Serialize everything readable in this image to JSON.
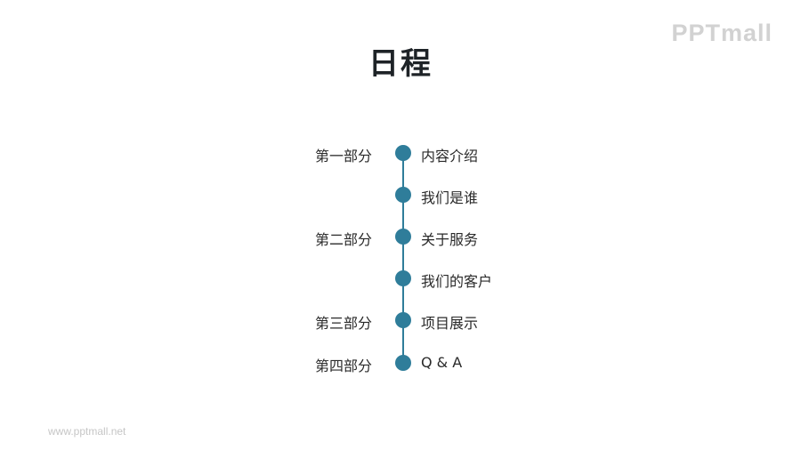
{
  "logo_text": "PPTmall",
  "title": "日程",
  "agenda": [
    {
      "part": "第一部分",
      "item": "内容介绍"
    },
    {
      "part": "",
      "item": "我们是谁"
    },
    {
      "part": "第二部分",
      "item": "关于服务"
    },
    {
      "part": "",
      "item": "我们的客户"
    },
    {
      "part": "第三部分",
      "item": "项目展示"
    },
    {
      "part": "第四部分",
      "item": "Q & A"
    }
  ],
  "footer_url": "www.pptmall.net",
  "colors": {
    "accent": "#2f7d9a",
    "title": "#1e2327",
    "text": "#2a2a2a",
    "watermark": "#d2d2d2"
  }
}
